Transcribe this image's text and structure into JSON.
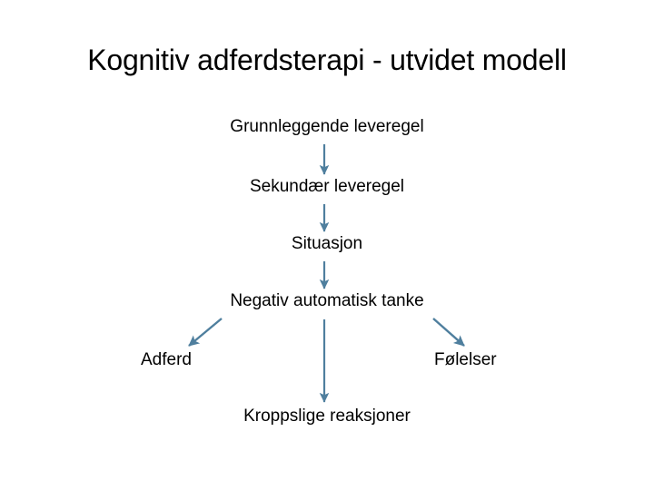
{
  "title": "Kognitiv adferdsterapi - utvidet modell",
  "diagram": {
    "type": "flow-diagram",
    "accent_color": "#4F7F9E",
    "background_color": "#FFFFFF",
    "text_color": "#000000",
    "nodes": [
      {
        "id": "grunnleggende",
        "label": "Grunnleggende leveregel"
      },
      {
        "id": "sekundaer",
        "label": "Sekundær leveregel"
      },
      {
        "id": "situasjon",
        "label": "Situasjon"
      },
      {
        "id": "negativ",
        "label": "Negativ automatisk tanke"
      },
      {
        "id": "adferd",
        "label": "Adferd"
      },
      {
        "id": "folelser",
        "label": "Følelser"
      },
      {
        "id": "kroppslige",
        "label": "Kroppslige reaksjoner"
      }
    ],
    "edges": [
      {
        "from": "grunnleggende",
        "to": "sekundaer",
        "direction": "down"
      },
      {
        "from": "sekundaer",
        "to": "situasjon",
        "direction": "down"
      },
      {
        "from": "situasjon",
        "to": "negativ",
        "direction": "down"
      },
      {
        "from": "negativ",
        "to": "adferd",
        "direction": "down-left"
      },
      {
        "from": "negativ",
        "to": "folelser",
        "direction": "down-right"
      },
      {
        "from": "negativ",
        "to": "kroppslige",
        "direction": "down"
      }
    ]
  }
}
